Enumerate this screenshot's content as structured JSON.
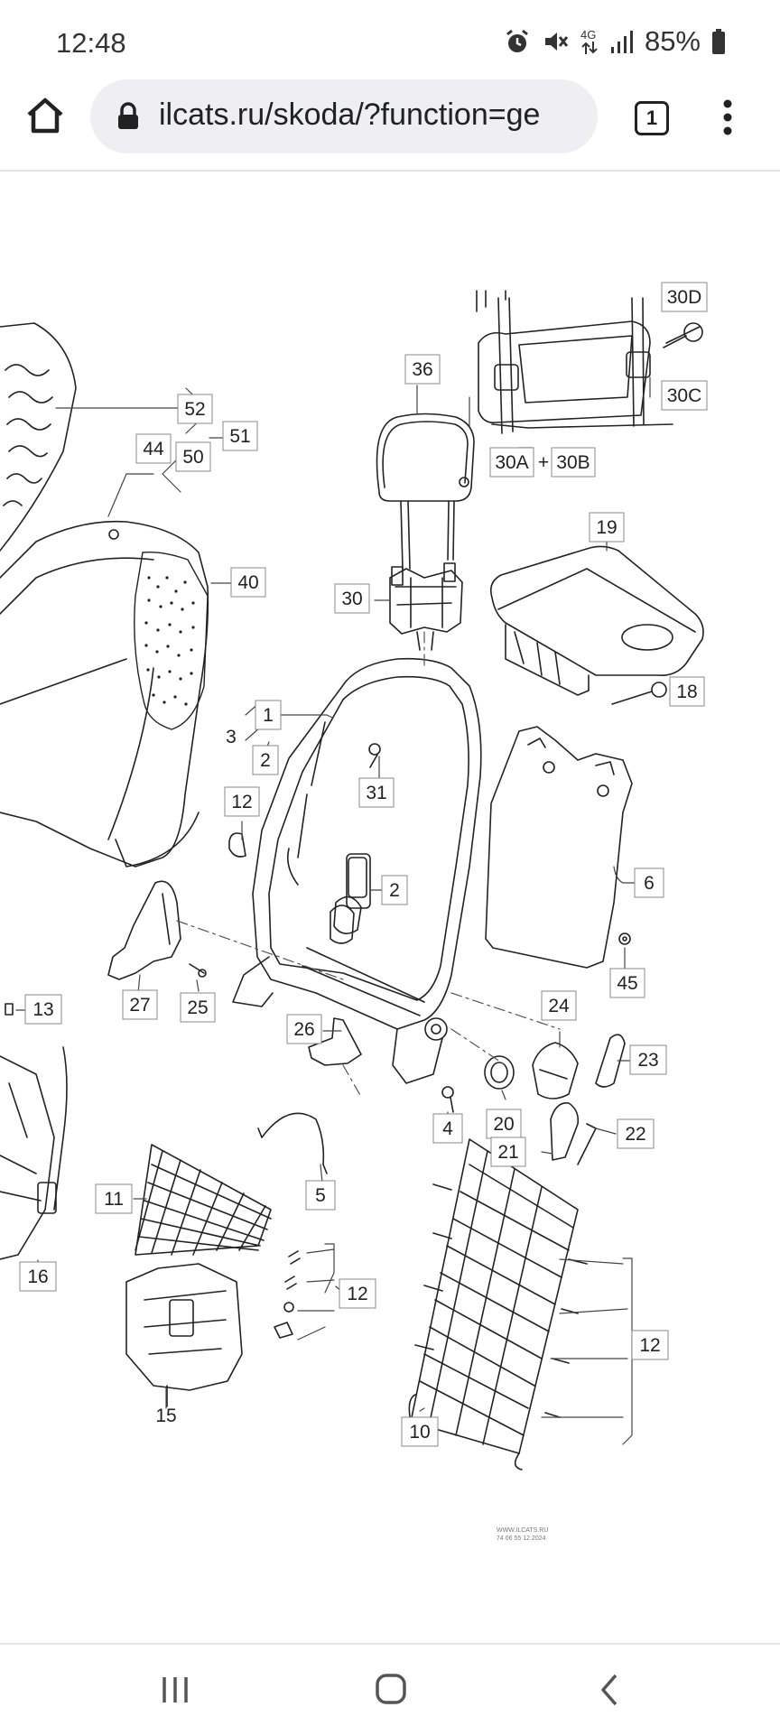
{
  "status_bar": {
    "time": "12:48",
    "network": "4G",
    "battery": "85%",
    "icons": [
      "alarm-icon",
      "mute-icon",
      "network-4g-icon",
      "signal-icon",
      "battery-icon"
    ]
  },
  "browser": {
    "url": "ilcats.ru/skoda/?function=ge",
    "tab_count": "1",
    "icons": [
      "home-icon",
      "lock-icon",
      "tabs-icon",
      "more-vert-icon"
    ]
  },
  "diagram": {
    "callouts": {
      "c36": "36",
      "c30d": "30D",
      "c30c": "30C",
      "c30a": "30A",
      "plus": "+",
      "c30b": "30B",
      "c52": "52",
      "c51": "51",
      "c44": "44",
      "c50": "50",
      "c40": "40",
      "c30": "30",
      "c19": "19",
      "c18": "18",
      "c1": "1",
      "c3": "3",
      "c2a": "2",
      "c31": "31",
      "c12a": "12",
      "c2b": "2",
      "c6": "6",
      "c45": "45",
      "c27": "27",
      "c25": "25",
      "c13": "13",
      "c26": "26",
      "c24": "24",
      "c23": "23",
      "c4": "4",
      "c20": "20",
      "c22": "22",
      "c21": "21",
      "c5": "5",
      "c11": "11",
      "c12b": "12",
      "c16": "16",
      "c15": "15",
      "c12c": "12",
      "c10": "10"
    },
    "watermark_line1": "WWW.ILCATS.RU",
    "watermark_line2": "74 06 55 12 2024"
  },
  "nav_bar": {
    "icons": [
      "recent-apps-icon",
      "home-circle-icon",
      "back-icon"
    ]
  }
}
